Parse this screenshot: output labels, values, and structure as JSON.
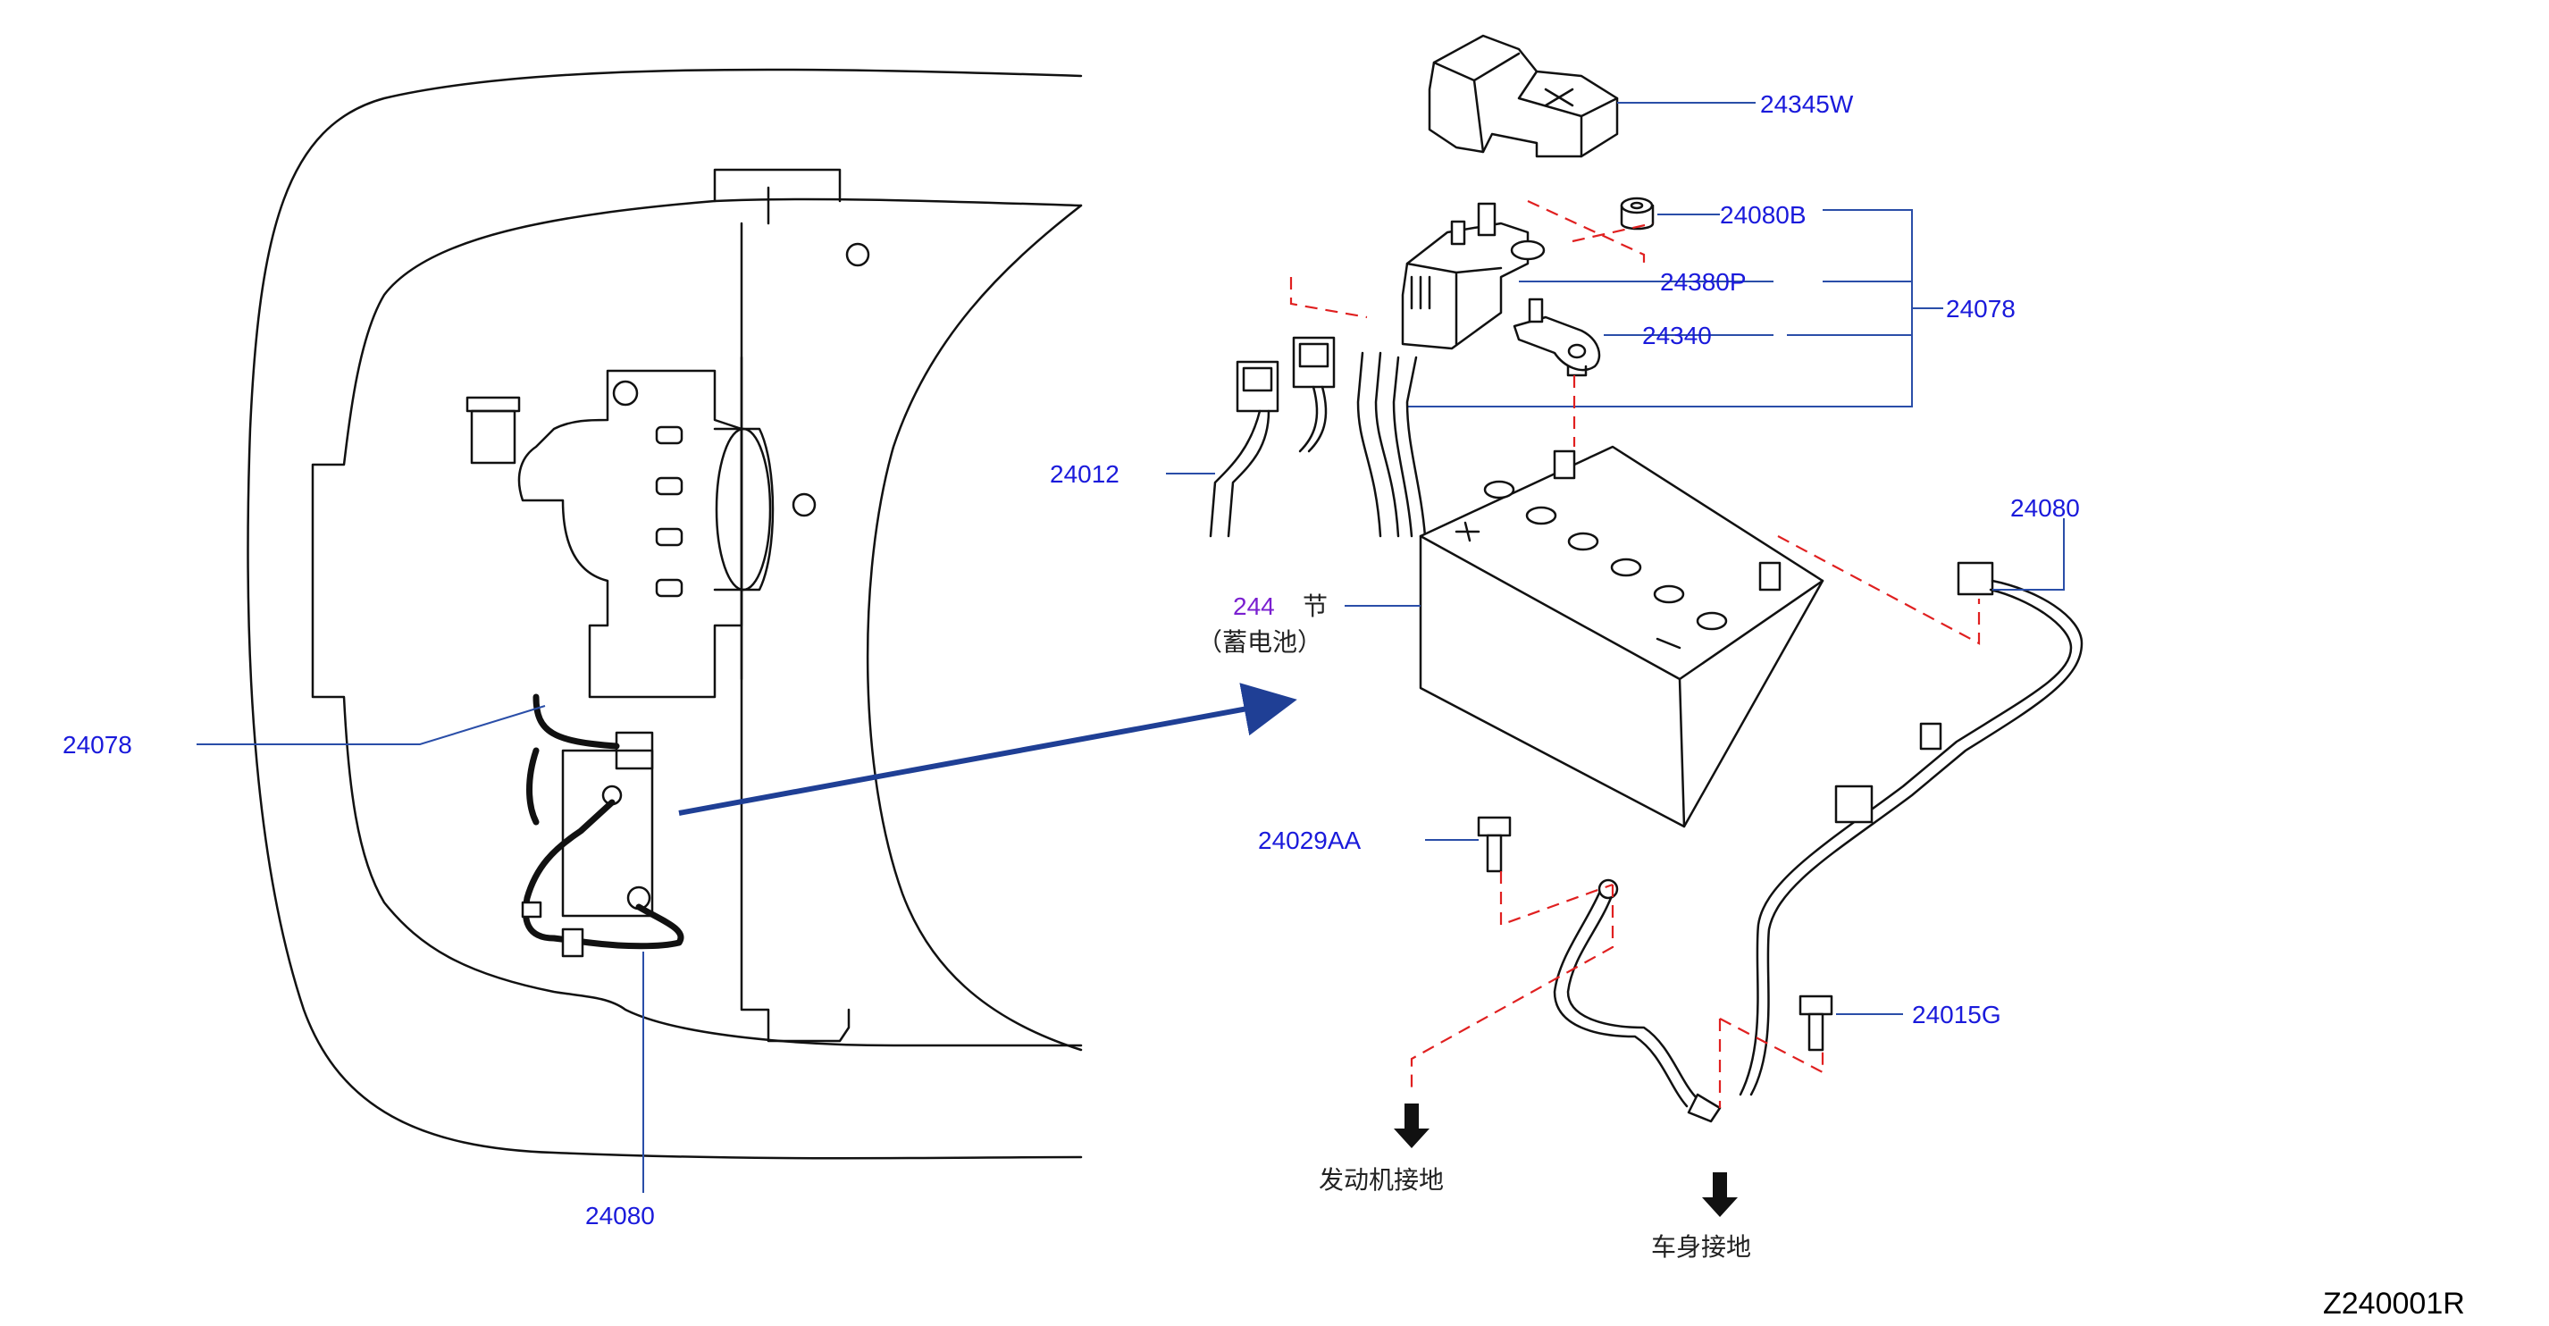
{
  "labels": {
    "p24345W": "24345W",
    "p24080B": "24080B",
    "p24380P": "24380P",
    "p24078_right": "24078",
    "p24340": "24340",
    "p24012": "24012",
    "p24080_right": "24080",
    "battery_num": "244",
    "battery_char": "节",
    "battery_name": "（蓄电池）",
    "p24078_left": "24078",
    "p24029AA": "24029AA",
    "p24015G": "24015G",
    "p24080_left": "24080",
    "engine_ground": "发动机接地",
    "body_ground": "车身接地",
    "diagram_code": "Z240001R"
  },
  "colors": {
    "part_number": "#1a1adb",
    "leader": "#2a4ea8",
    "dashed_guide": "#e02020",
    "section_ref": "#7a1fd0",
    "arrow": "#1f3f95"
  }
}
